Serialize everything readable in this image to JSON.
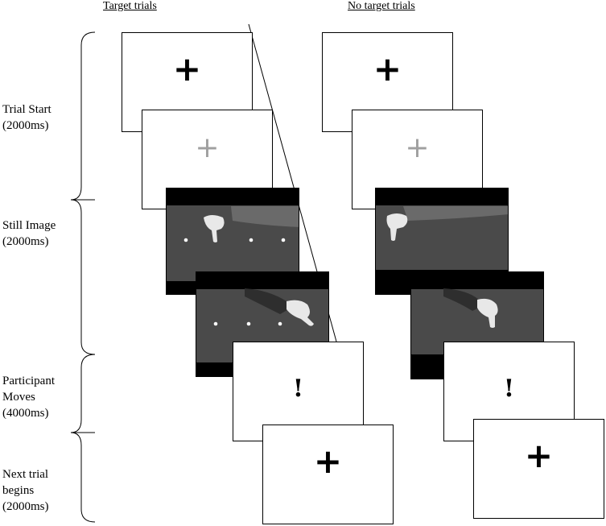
{
  "columns": {
    "target": "Target trials",
    "no_target": "No target trials"
  },
  "phases": [
    {
      "name": "Trial Start",
      "duration": "(2000ms)"
    },
    {
      "name": "Still Image",
      "duration": "(2000ms)"
    },
    {
      "name": "Participant",
      "name2": "Moves",
      "duration": "(4000ms)"
    },
    {
      "name": "Next trial",
      "name2": "begins",
      "duration": "(2000ms)"
    }
  ],
  "symbols": {
    "fixation": "+",
    "go": "!"
  },
  "colors": {
    "fixation_black": "#000000",
    "fixation_grey": "#a0a0a0",
    "video_background": "#4a4a4a",
    "letterbox": "#000000"
  }
}
